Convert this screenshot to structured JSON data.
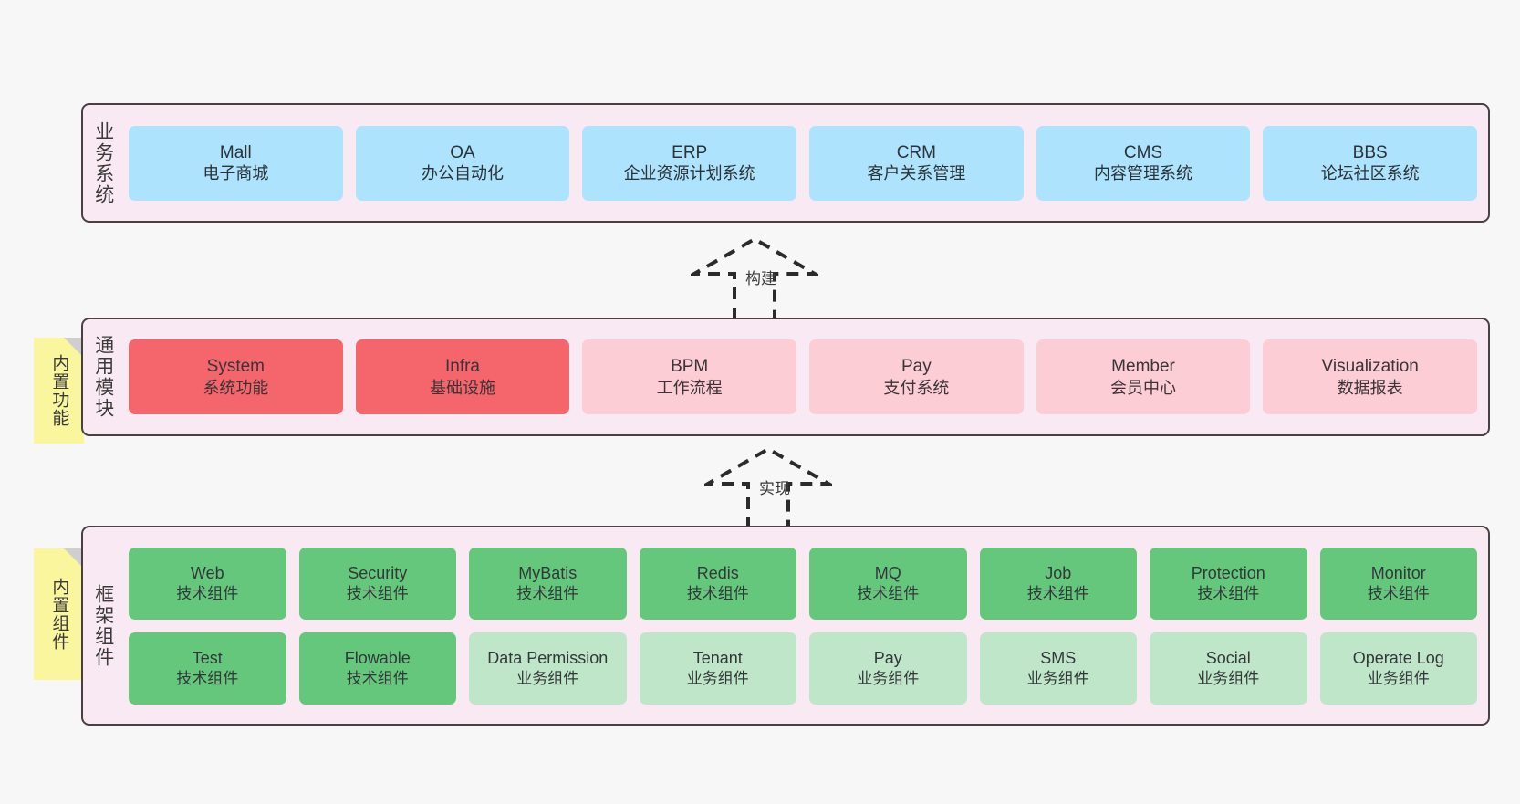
{
  "layers": {
    "business": {
      "label": "业务系统",
      "items": [
        {
          "en": "Mall",
          "cn": "电子商城"
        },
        {
          "en": "OA",
          "cn": "办公自动化"
        },
        {
          "en": "ERP",
          "cn": "企业资源计划系统"
        },
        {
          "en": "CRM",
          "cn": "客户关系管理"
        },
        {
          "en": "CMS",
          "cn": "内容管理系统"
        },
        {
          "en": "BBS",
          "cn": "论坛社区系统"
        }
      ]
    },
    "modules": {
      "label": "通用模块",
      "sticky": "内置功能",
      "items": [
        {
          "en": "System",
          "cn": "系统功能",
          "emphasis": "strong"
        },
        {
          "en": "Infra",
          "cn": "基础设施",
          "emphasis": "strong"
        },
        {
          "en": "BPM",
          "cn": "工作流程",
          "emphasis": "soft"
        },
        {
          "en": "Pay",
          "cn": "支付系统",
          "emphasis": "soft"
        },
        {
          "en": "Member",
          "cn": "会员中心",
          "emphasis": "soft"
        },
        {
          "en": "Visualization",
          "cn": "数据报表",
          "emphasis": "soft"
        }
      ]
    },
    "framework": {
      "label": "框架组件",
      "sticky": "内置组件",
      "row1": [
        {
          "en": "Web",
          "cn": "技术组件",
          "kind": "tech"
        },
        {
          "en": "Security",
          "cn": "技术组件",
          "kind": "tech"
        },
        {
          "en": "MyBatis",
          "cn": "技术组件",
          "kind": "tech"
        },
        {
          "en": "Redis",
          "cn": "技术组件",
          "kind": "tech"
        },
        {
          "en": "MQ",
          "cn": "技术组件",
          "kind": "tech"
        },
        {
          "en": "Job",
          "cn": "技术组件",
          "kind": "tech"
        },
        {
          "en": "Protection",
          "cn": "技术组件",
          "kind": "tech"
        },
        {
          "en": "Monitor",
          "cn": "技术组件",
          "kind": "tech"
        }
      ],
      "row2": [
        {
          "en": "Test",
          "cn": "技术组件",
          "kind": "tech"
        },
        {
          "en": "Flowable",
          "cn": "技术组件",
          "kind": "tech"
        },
        {
          "en": "Data Permission",
          "cn": "业务组件",
          "kind": "biz"
        },
        {
          "en": "Tenant",
          "cn": "业务组件",
          "kind": "biz"
        },
        {
          "en": "Pay",
          "cn": "业务组件",
          "kind": "biz"
        },
        {
          "en": "SMS",
          "cn": "业务组件",
          "kind": "biz"
        },
        {
          "en": "Social",
          "cn": "业务组件",
          "kind": "biz"
        },
        {
          "en": "Operate Log",
          "cn": "业务组件",
          "kind": "biz"
        }
      ]
    }
  },
  "arrows": {
    "build": "构建",
    "implement": "实现"
  },
  "colors": {
    "canvas_bg": "#f7f7f7",
    "layer_bg": "#f9e9f2",
    "layer_border": "#4a4043",
    "business_cell": "#ade3fd",
    "module_strong": "#f4666c",
    "module_soft": "#fccdd4",
    "tech_component": "#65c77c",
    "biz_component": "#bfe6c8",
    "sticky_note": "#f9f69e",
    "sticky_fold": "#cfcfcf",
    "arrow_stroke": "#2b2b2b"
  }
}
